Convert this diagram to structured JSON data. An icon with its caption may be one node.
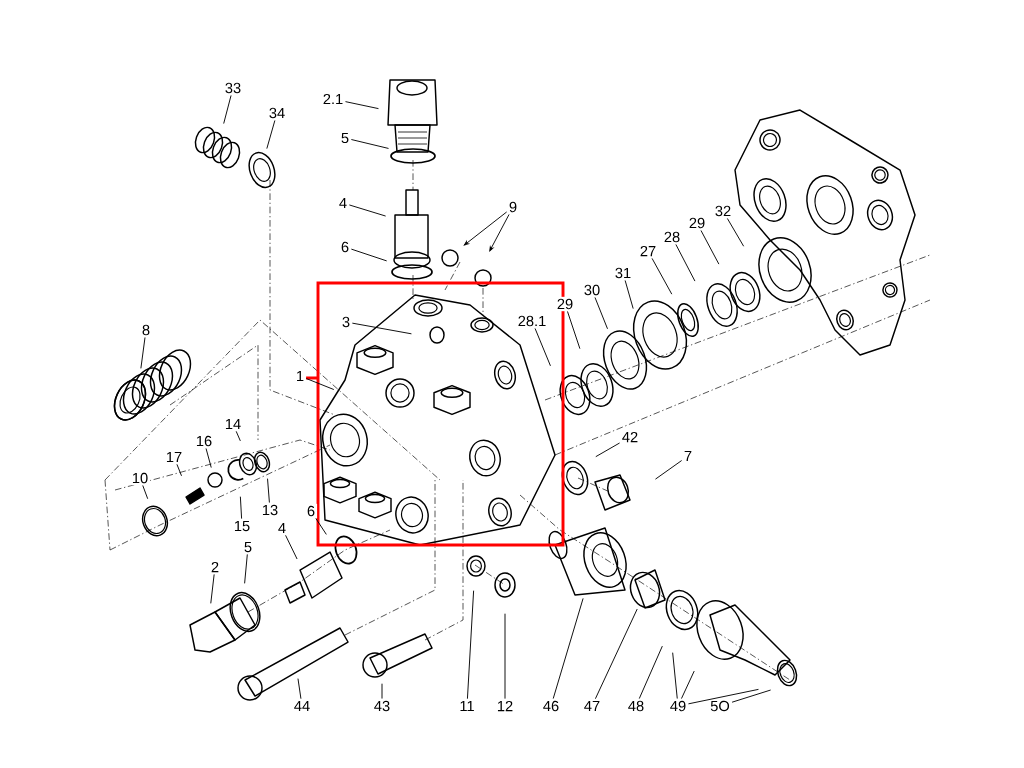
{
  "diagram": {
    "nodes": [
      {
        "text": [
          "33"
        ]
      },
      {
        "text": [
          "2.1"
        ]
      },
      {
        "text": [
          "34"
        ]
      },
      {
        "text": [
          "5"
        ]
      },
      {
        "text": [
          "4"
        ]
      },
      {
        "text": [
          "9"
        ]
      },
      {
        "text": [
          "6"
        ]
      },
      {
        "text": [
          "32"
        ]
      },
      {
        "text": [
          "29"
        ]
      },
      {
        "text": [
          "28"
        ]
      },
      {
        "text": [
          "27"
        ]
      },
      {
        "text": [
          "31"
        ]
      },
      {
        "text": [
          "30"
        ]
      },
      {
        "text": [
          "29"
        ]
      },
      {
        "text": [
          "28.1"
        ]
      },
      {
        "text": [
          "3"
        ]
      },
      {
        "text": [
          "8"
        ]
      },
      {
        "text": [
          "1"
        ]
      },
      {
        "text": [
          "14"
        ]
      },
      {
        "text": [
          "42"
        ]
      },
      {
        "text": [
          "16"
        ]
      },
      {
        "text": [
          "7"
        ]
      },
      {
        "text": [
          "17"
        ]
      },
      {
        "text": [
          "10"
        ]
      },
      {
        "text": [
          "13"
        ]
      },
      {
        "text": [
          "6"
        ]
      },
      {
        "text": [
          "15"
        ]
      },
      {
        "text": [
          "4"
        ]
      },
      {
        "text": [
          "5"
        ]
      },
      {
        "text": [
          "2"
        ]
      },
      {
        "text": [
          "44"
        ]
      },
      {
        "text": [
          "43"
        ]
      },
      {
        "text": [
          "11"
        ]
      },
      {
        "text": [
          "12"
        ]
      },
      {
        "text": [
          "46"
        ]
      },
      {
        "text": [
          "47"
        ]
      },
      {
        "text": [
          "48"
        ]
      },
      {
        "text": [
          "49"
        ]
      },
      {
        "text": [
          "5O"
        ]
      }
    ],
    "edges": [
      {
        "from": 0,
        "to": null,
        "arrow": "none"
      },
      {
        "from": 1,
        "to": null,
        "arrow": "none"
      },
      {
        "from": 2,
        "to": null,
        "arrow": "none"
      },
      {
        "from": 3,
        "to": null,
        "arrow": "none"
      },
      {
        "from": 4,
        "to": null,
        "arrow": "none"
      },
      {
        "from": 5,
        "to": null,
        "arrow": "to"
      },
      {
        "from": 5,
        "to": null,
        "arrow": "to"
      },
      {
        "from": 6,
        "to": null,
        "arrow": "none"
      },
      {
        "from": 7,
        "to": null,
        "arrow": "none"
      },
      {
        "from": 8,
        "to": null,
        "arrow": "none"
      },
      {
        "from": 9,
        "to": null,
        "arrow": "none"
      },
      {
        "from": 10,
        "to": null,
        "arrow": "none"
      },
      {
        "from": 11,
        "to": null,
        "arrow": "none"
      },
      {
        "from": 12,
        "to": null,
        "arrow": "none"
      },
      {
        "from": 13,
        "to": null,
        "arrow": "none"
      },
      {
        "from": 14,
        "to": null,
        "arrow": "none"
      },
      {
        "from": 15,
        "to": null,
        "arrow": "none"
      },
      {
        "from": 16,
        "to": null,
        "arrow": "none"
      },
      {
        "from": 17,
        "to": null,
        "arrow": "none"
      },
      {
        "from": 18,
        "to": null,
        "arrow": "none"
      },
      {
        "from": 19,
        "to": null,
        "arrow": "none"
      },
      {
        "from": 20,
        "to": null,
        "arrow": "none"
      },
      {
        "from": 21,
        "to": null,
        "arrow": "none"
      },
      {
        "from": 22,
        "to": null,
        "arrow": "none"
      },
      {
        "from": 23,
        "to": null,
        "arrow": "none"
      },
      {
        "from": 24,
        "to": null,
        "arrow": "none"
      },
      {
        "from": 25,
        "to": null,
        "arrow": "none"
      },
      {
        "from": 26,
        "to": null,
        "arrow": "none"
      },
      {
        "from": 27,
        "to": null,
        "arrow": "none"
      },
      {
        "from": 28,
        "to": null,
        "arrow": "none"
      },
      {
        "from": 29,
        "to": null,
        "arrow": "none"
      },
      {
        "from": 30,
        "to": null,
        "arrow": "none"
      },
      {
        "from": 31,
        "to": null,
        "arrow": "none"
      },
      {
        "from": 32,
        "to": null,
        "arrow": "none"
      },
      {
        "from": 33,
        "to": null,
        "arrow": "none"
      },
      {
        "from": 34,
        "to": null,
        "arrow": "none"
      },
      {
        "from": 35,
        "to": null,
        "arrow": "none"
      },
      {
        "from": 36,
        "to": null,
        "arrow": "none"
      },
      {
        "from": 37,
        "to": null,
        "arrow": "none"
      },
      {
        "from": 37,
        "to": null,
        "arrow": "none"
      },
      {
        "from": 37,
        "to": null,
        "arrow": "none"
      },
      {
        "from": 38,
        "to": null,
        "arrow": "none"
      }
    ]
  }
}
